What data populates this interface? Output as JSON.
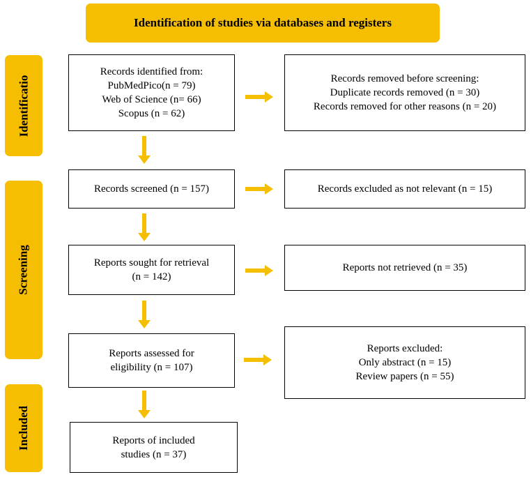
{
  "header": {
    "title": "Identification of studies via databases and registers"
  },
  "phases": {
    "identification": "Identificatio",
    "screening": "Screening",
    "included": "Included"
  },
  "boxes": {
    "records_identified": {
      "lines": [
        "Records identified from:",
        "PubMedPico(n = 79)",
        "Web of Science (n= 66)",
        "Scopus (n = 62)"
      ]
    },
    "records_removed": {
      "lines": [
        "Records removed before screening:",
        "Duplicate records removed  (n = 30)",
        "Records removed for other reasons (n = 20)"
      ]
    },
    "records_screened": {
      "lines": [
        "Records screened (n = 157)"
      ]
    },
    "records_excluded": {
      "lines": [
        "Records excluded as not relevant (n = 15)"
      ]
    },
    "reports_sought": {
      "lines": [
        "Reports sought for retrieval",
        "(n = 142)"
      ]
    },
    "reports_not_retrieved": {
      "lines": [
        "Reports not retrieved (n = 35)"
      ]
    },
    "reports_assessed": {
      "lines": [
        "Reports assessed for",
        "eligibility (n = 107)"
      ]
    },
    "reports_excluded": {
      "lines": [
        "Reports excluded:",
        "Only abstract (n = 15)",
        "Review papers (n = 55)"
      ]
    },
    "reports_included": {
      "lines": [
        "Reports of included",
        "studies (n = 37)"
      ]
    }
  },
  "colors": {
    "accent": "#F5BE00",
    "border": "#000000",
    "background": "#ffffff"
  }
}
